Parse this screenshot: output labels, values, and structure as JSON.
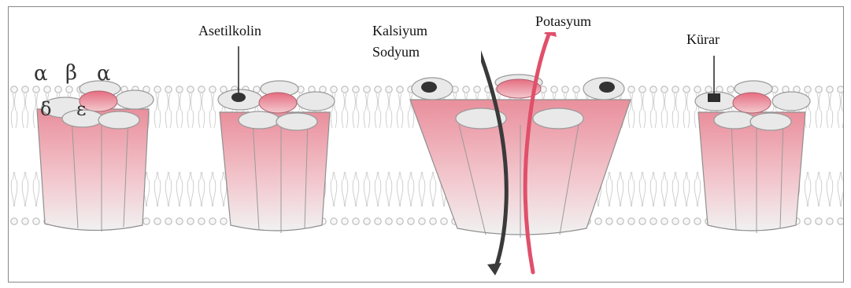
{
  "labels": {
    "acetylcholine": "Asetilkolin",
    "calcium": "Kalsiyum",
    "sodium": "Sodyum",
    "potassium": "Potasyum",
    "curare": "Kürar"
  },
  "subunits": {
    "alpha1": "α",
    "beta": "β",
    "alpha2": "α",
    "delta": "δ",
    "epsilon": "ε"
  },
  "colors": {
    "channel_top": "#e98f9c",
    "channel_bottom": "#f2f2f2",
    "cap_fill": "#e9e9e9",
    "cap_stroke": "#a0a0a0",
    "ion_in_arrow": "#3a3a3a",
    "ion_out_arrow": "#e0506a",
    "membrane": "#bdbdbd",
    "ligand": "#333333"
  }
}
